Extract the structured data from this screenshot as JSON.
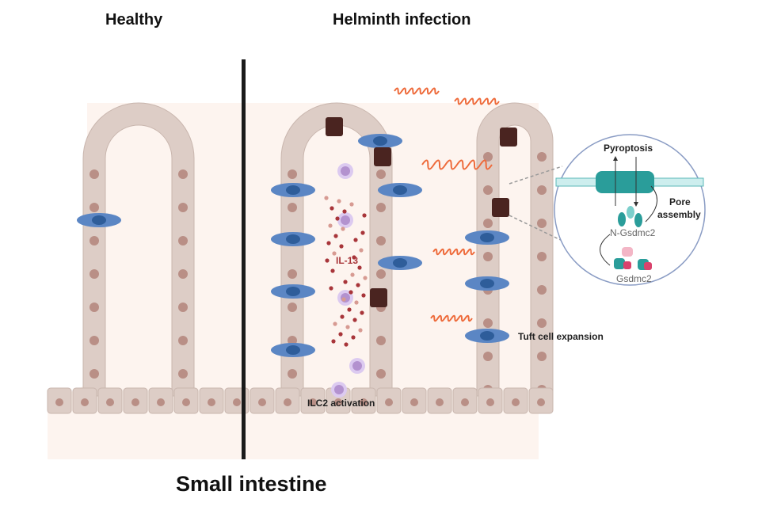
{
  "titles": {
    "healthy": "Healthy",
    "helminth": "Helminth infection",
    "bottom": "Small intestine"
  },
  "labels": {
    "il13": "IL-13",
    "ilc2": "ILC2 activation",
    "tuft": "Tuft cell expansion",
    "pyroptosis": "Pyroptosis",
    "pore1": "Pore",
    "pore2": "assembly",
    "ngsdmc2": "N-Gsdmc2",
    "gsdmc2": "Gsdmc2"
  },
  "colors": {
    "tissue": "#fdf4ef",
    "cell": "#ddcdc6",
    "cell_border": "#c9b6ae",
    "nucleus": "#b98f86",
    "tuft_cell": "#5b86c4",
    "goblet_dead": "#4a2420",
    "worm": "#ee6a3a",
    "ilc2": "#b392cf",
    "il13_dot": "#a8353a",
    "pore": "#2a9d9a",
    "gsdm_pink": "#d9426c",
    "divider": "#1a1a1a",
    "inset_border": "#8a9cc4"
  }
}
